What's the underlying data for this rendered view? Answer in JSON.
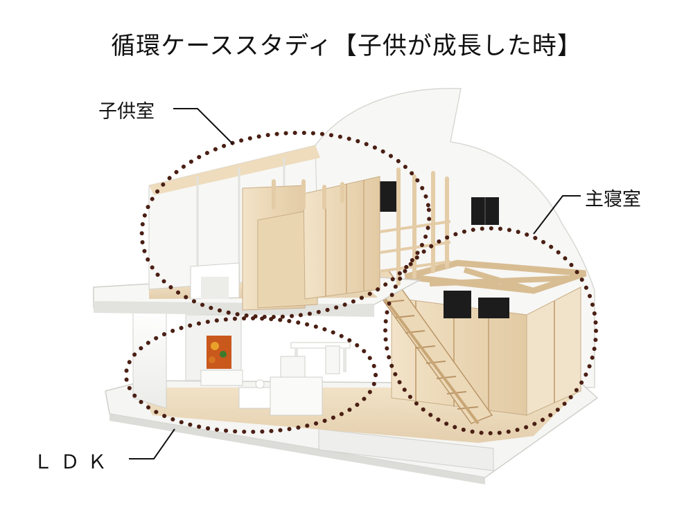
{
  "title": "循環ケーススタディ【子供が成長した時】",
  "labels": {
    "kids_room": "子供室",
    "master_bedroom": "主寝室",
    "ldk": "ＬＤＫ"
  },
  "colors": {
    "background": "#ffffff",
    "model_white": "#f6f6f4",
    "balsa": "#eedcc0",
    "balsa_shadow": "#d9c29f",
    "dotted_outline": "#4a1f14",
    "leader_line": "#111111"
  }
}
